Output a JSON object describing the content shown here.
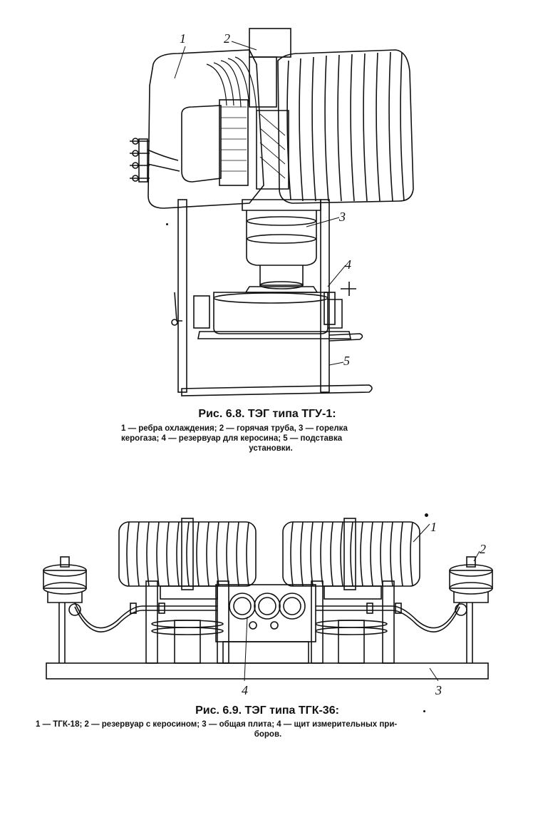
{
  "figure_1": {
    "callouts": [
      "1",
      "2",
      "3",
      "4",
      "5"
    ],
    "caption_title": "Рис. 6.8. ТЭГ типа ТГУ-1:",
    "legend_lines": [
      "1 — ребра охлаждения; 2 — горячая труба, 3 — горелка",
      "керогаза; 4 — резервуар для керосина; 5 — подставка",
      "установки."
    ]
  },
  "figure_2": {
    "callouts": [
      "1",
      "2",
      "3",
      "4"
    ],
    "caption_title": "Рис. 6.9. ТЭГ типа ТГК-36:",
    "legend_lines": [
      "1 — ТГК-18; 2 — резервуар с керосином; 3 — общая плита; 4 — щит измерительных при-",
      "боров."
    ]
  }
}
